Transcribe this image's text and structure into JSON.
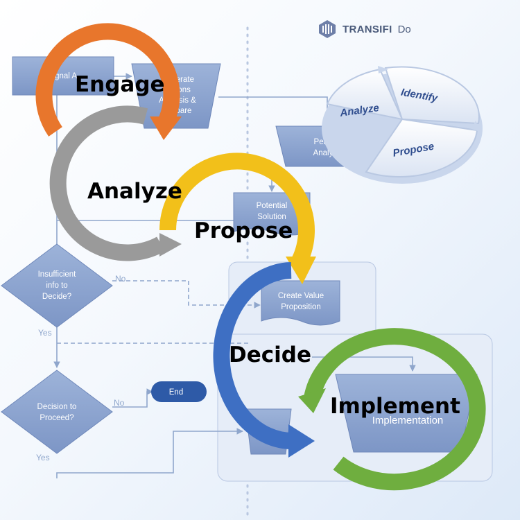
{
  "brand": {
    "name": "TRANSIFI",
    "suffix": "Do"
  },
  "flowchart": {
    "signal_node": "Signal A",
    "gather_node": [
      "Generate",
      "Actions",
      "Analysis &",
      "Prepare"
    ],
    "perform_analysis": [
      "Perform",
      "Analysis"
    ],
    "potential_solution": [
      "Potential",
      "Solution"
    ],
    "insufficient_decision": [
      "Insufficient",
      "info to",
      "Decide?"
    ],
    "create_value": [
      "Create Value",
      "Proposition"
    ],
    "decision_to_proceed": [
      "Decision to",
      "Proceed?"
    ],
    "end_node": "End",
    "implementation_node": "Implementation",
    "labels": {
      "no_1": "No",
      "yes_1": "Yes",
      "no_2": "No",
      "yes_2": "Yes"
    }
  },
  "wheel": {
    "segments": [
      "Analyze",
      "Identify",
      "Propose"
    ]
  },
  "cycle": {
    "stages": [
      {
        "label": "Engage",
        "color": "#e8762c"
      },
      {
        "label": "Analyze",
        "color": "#9a9a9a"
      },
      {
        "label": "Propose",
        "color": "#f2c01a"
      },
      {
        "label": "Decide",
        "color": "#3e6fc3"
      },
      {
        "label": "Implement",
        "color": "#6fae3f"
      }
    ]
  }
}
